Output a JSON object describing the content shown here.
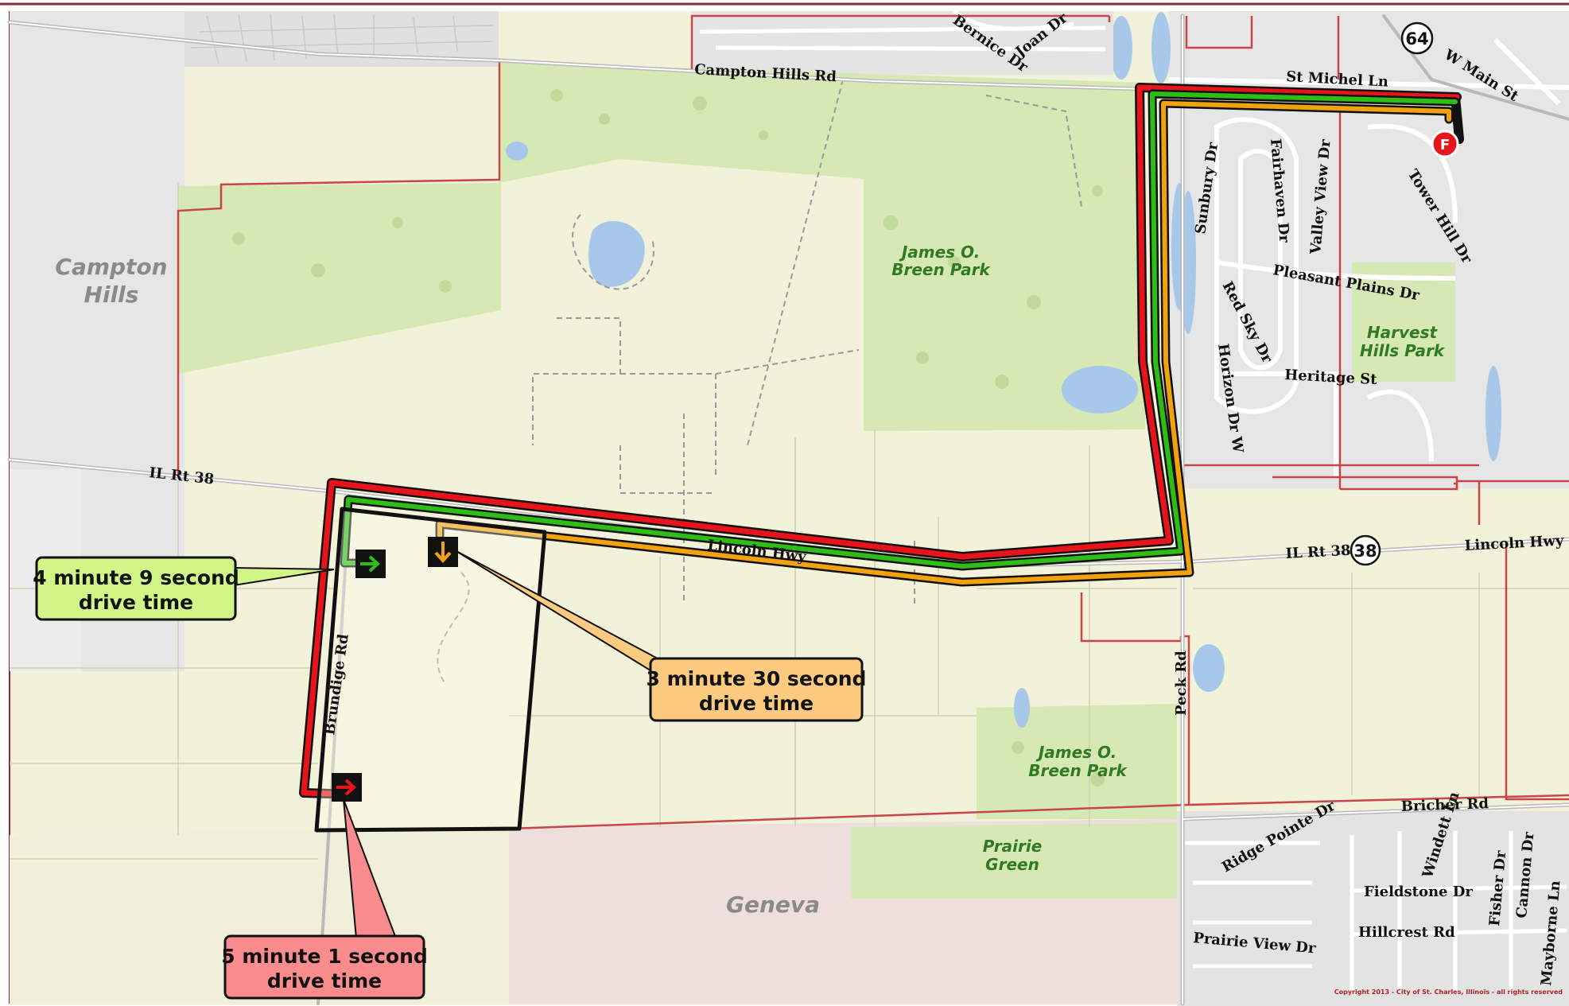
{
  "map": {
    "colors": {
      "background": "#f2f1d9",
      "park": "#d6e8b4",
      "geneva": "#eedfdc",
      "residential": "#e6e6e6",
      "boundary": "#c9454a",
      "road": "#b5b5b5",
      "route_red": "#e8141b",
      "route_green": "#2ebd17",
      "route_orange": "#f2a20f",
      "site_outline": "#111111"
    },
    "places": {
      "campton_line1": "Campton",
      "campton_line2": "Hills",
      "geneva": "Geneva"
    },
    "parks": {
      "breen_north_line1": "James O.",
      "breen_north_line2": "Breen Park",
      "breen_south_line1": "James O.",
      "breen_south_line2": "Breen Park",
      "harvest_line1": "Harvest",
      "harvest_line2": "Hills Park",
      "prairie_line1": "Prairie",
      "prairie_line2": "Green"
    },
    "roads": {
      "campton_hills_rd": "Campton Hills Rd",
      "bernice_dr": "Bernice Dr",
      "joan_dr": "Joan Dr",
      "st_michel_ln": "St Michel Ln",
      "w_main_st": "W Main St",
      "sunbury_dr": "Sunbury Dr",
      "fairhaven_dr": "Fairhaven Dr",
      "valley_view_dr": "Valley View Dr",
      "tower_hill_dr": "Tower Hill Dr",
      "pleasant_plains_dr": "Pleasant Plains Dr",
      "red_sky_dr": "Red Sky Dr",
      "horizon_dr_w": "Horizon Dr W",
      "heritage_st": "Heritage St",
      "il_rt_38_west": "IL Rt 38",
      "lincoln_hwy_west": "Lincoln Hwy",
      "il_rt_38_east": "IL Rt 38",
      "lincoln_hwy_east": "Lincoln Hwy",
      "brundige_rd": "Brundige Rd",
      "peck_rd": "Peck Rd",
      "bricher_rd": "Bricher Rd",
      "ridge_pointe_dr": "Ridge Pointe Dr",
      "windett_ln": "Windett Ln",
      "fieldstone_dr": "Fieldstone Dr",
      "fisher_dr": "Fisher Dr",
      "cannon_dr": "Cannon Dr",
      "mayborne_ln": "Mayborne Ln",
      "hillcrest_rd": "Hillcrest Rd",
      "prairie_view_dr": "Prairie View Dr"
    },
    "shields": {
      "rt64": "64",
      "rt38": "38"
    },
    "station": {
      "icon_letter": "F"
    },
    "callouts": {
      "green_line1": "4 minute 9 second",
      "green_line2": "drive time",
      "orange_line1": "3 minute 30 second",
      "orange_line2": "drive time",
      "red_line1": "5 minute 1 second",
      "red_line2": "drive time"
    },
    "copyright": "Copyright 2013 - City of St. Charles, Illinois - all rights reserved"
  }
}
